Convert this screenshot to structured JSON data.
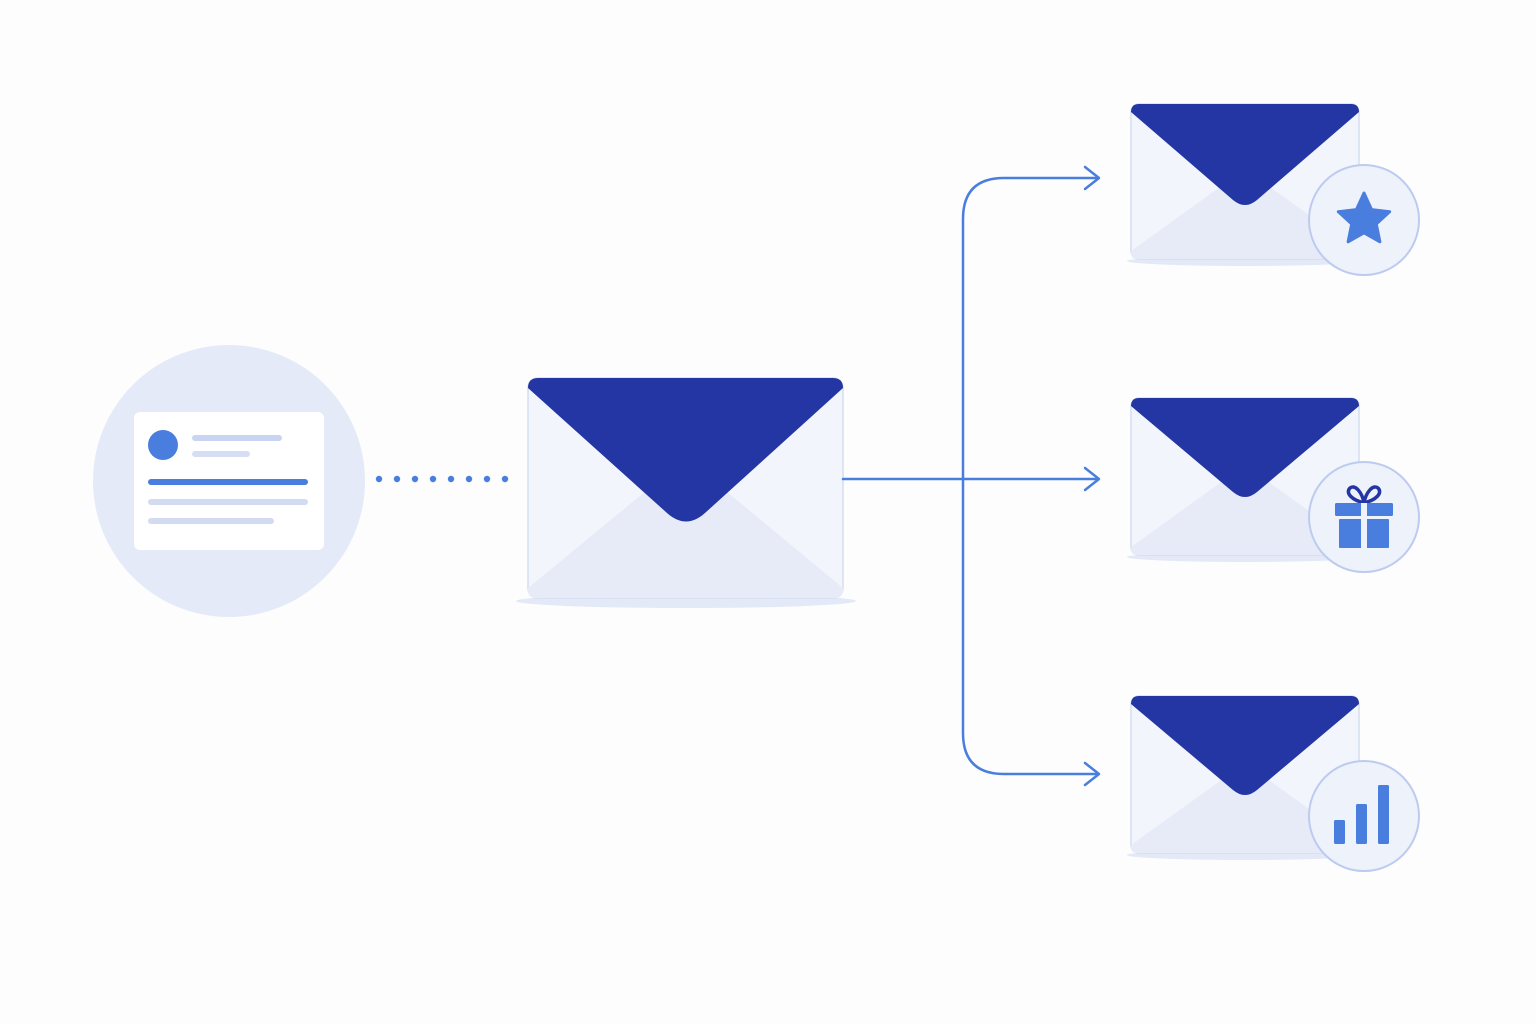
{
  "colors": {
    "background": "#fdfdfe",
    "flap_navy": "#2336a3",
    "accent_blue": "#4a7ede",
    "envelope_body": "#f3f5fc",
    "envelope_lower": "#e6ebf7",
    "envelope_edge": "#d5ddf0",
    "circle_light": "#e4eaf7",
    "badge_fill": "#eef2fb",
    "badge_ring": "#bccbef",
    "card_line_light": "#c9d4f2"
  },
  "diagram": {
    "source": {
      "icon": "user-profile-card-icon"
    },
    "connector": {
      "style": "dotted"
    },
    "hub": {
      "icon": "email-envelope-icon"
    },
    "targets": [
      {
        "icon": "star-icon",
        "badge": "star"
      },
      {
        "icon": "gift-icon",
        "badge": "gift"
      },
      {
        "icon": "bar-chart-icon",
        "badge": "bar-chart"
      }
    ]
  }
}
